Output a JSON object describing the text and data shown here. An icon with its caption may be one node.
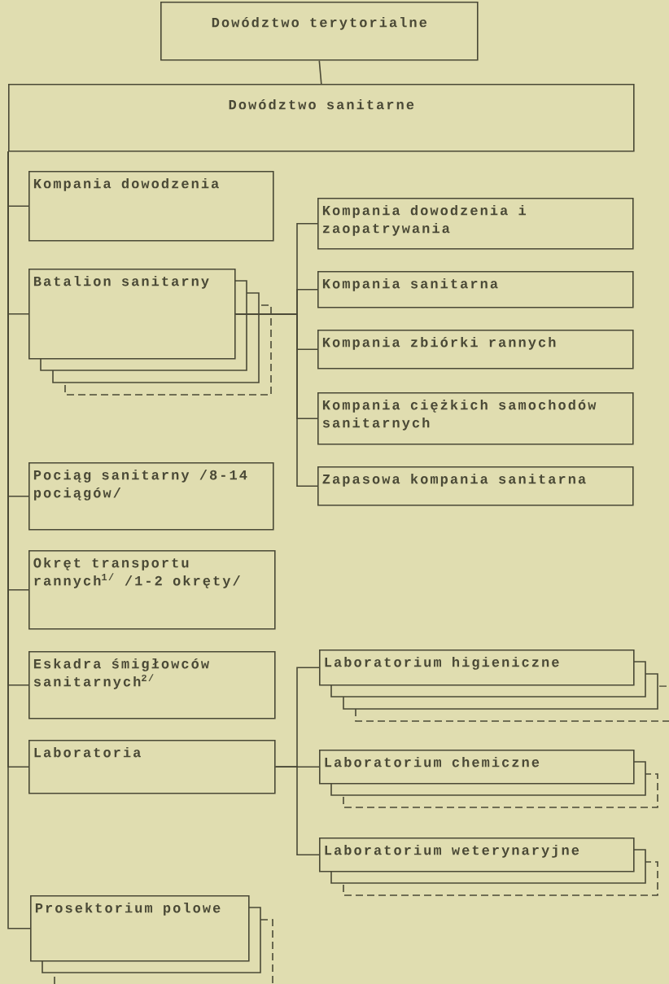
{
  "diagram": {
    "nodes": [
      {
        "text": [
          "Dowództwo terytorialne"
        ]
      },
      {
        "text": [
          "Dowództwo sanitarne"
        ]
      },
      {
        "text": [
          "Kompania dowodzenia"
        ]
      },
      {
        "text": [
          "Batalion sanitarny"
        ]
      },
      {
        "text": [
          "Kompania dowodzenia i zaopatrywania"
        ]
      },
      {
        "text": [
          "Kompania sanitarna"
        ]
      },
      {
        "text": [
          "Kompania zbiórki rannych"
        ]
      },
      {
        "text": [
          "Kompania ciężkich samochodów sanitarnych"
        ]
      },
      {
        "text": [
          "Zapasowa kompania sanitarna"
        ]
      },
      {
        "text": [
          "Pociąg sanitarny /8-14 pociągów/"
        ]
      },
      {
        "text": [
          "Okręt transportu rannych$^{1/}$ /1-2 okręty/"
        ]
      },
      {
        "text": [
          "Eskadra śmigłowców sanitarnych$^{2/}$"
        ]
      },
      {
        "text": [
          "Laboratoria"
        ]
      },
      {
        "text": [
          "Laboratorium higieniczne"
        ]
      },
      {
        "text": [
          "Laboratorium chemiczne"
        ]
      },
      {
        "text": [
          "Laboratorium weterynaryjne"
        ]
      },
      {
        "text": [
          "Prosektorium polowe"
        ]
      }
    ],
    "edges": [
      {
        "from": 0,
        "to": 1,
        "arrow": "none"
      },
      {
        "from": 1,
        "to": 2,
        "arrow": "none"
      },
      {
        "from": 1,
        "to": 3,
        "arrow": "none"
      },
      {
        "from": 1,
        "to": 9,
        "arrow": "none"
      },
      {
        "from": 1,
        "to": 10,
        "arrow": "none"
      },
      {
        "from": 1,
        "to": 11,
        "arrow": "none"
      },
      {
        "from": 1,
        "to": 12,
        "arrow": "none"
      },
      {
        "from": 1,
        "to": 16,
        "arrow": "none"
      },
      {
        "from": 3,
        "to": 4,
        "arrow": "none"
      },
      {
        "from": 3,
        "to": 5,
        "arrow": "none"
      },
      {
        "from": 3,
        "to": 6,
        "arrow": "none"
      },
      {
        "from": 3,
        "to": 7,
        "arrow": "none"
      },
      {
        "from": 3,
        "to": 8,
        "arrow": "none"
      },
      {
        "from": 12,
        "to": 13,
        "arrow": "none"
      },
      {
        "from": 12,
        "to": 14,
        "arrow": "none"
      },
      {
        "from": 12,
        "to": 15,
        "arrow": "none"
      }
    ]
  }
}
